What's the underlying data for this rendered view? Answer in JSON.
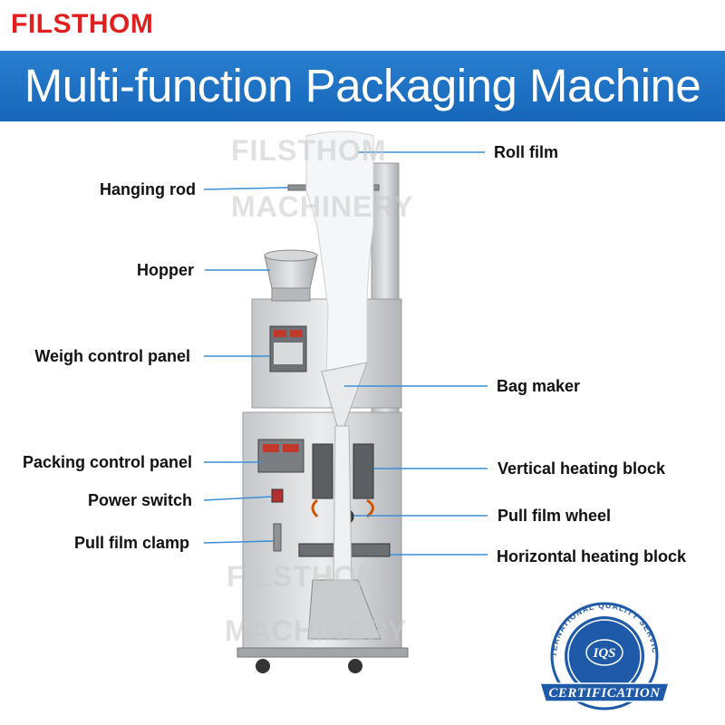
{
  "brand": "FILSTHOM",
  "banner_title": "Multi-function Packaging Machine",
  "watermarks": [
    "FILSTHOM",
    "MACHINERY",
    "FILSTHOM",
    "MACHINERY"
  ],
  "labels_left": [
    "Hanging rod",
    "Hopper",
    "Weigh control panel",
    "Packing control panel",
    "Power switch",
    "Pull film clamp"
  ],
  "labels_right": [
    "Roll film",
    "Bag maker",
    "Vertical heating block",
    "Pull film wheel",
    "Horizontal heating block"
  ],
  "seal": {
    "top_text": "INTERNATIONAL QUALITY SERVICES",
    "center": "IQS",
    "ribbon": "CERTIFICATION"
  },
  "colors": {
    "brand": "#e02020",
    "banner": "#1a6fc4",
    "leader": "#3a8fd8",
    "seal": "#1f5aa8"
  }
}
